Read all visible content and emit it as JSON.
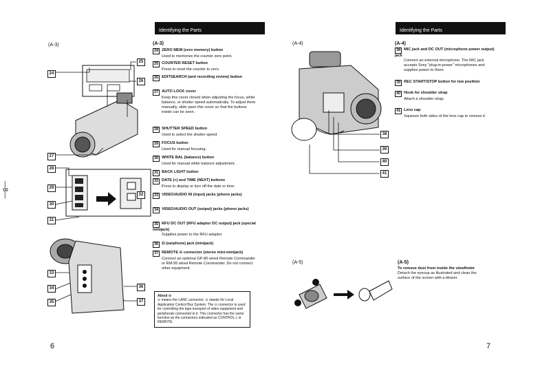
{
  "left_page": {
    "header": "Identifying the Parts",
    "fig_label": "(A-3)",
    "col_fig_label": "(A-3)",
    "side_mark": "—8—",
    "page_number": "6",
    "items": [
      {
        "num": "24",
        "title": "ZERO MEM (zero memory) button",
        "desc": "Used to memorize the counter zero point."
      },
      {
        "num": "25",
        "title": "COUNTER RESET button",
        "desc": "Press to reset the counter to zero."
      },
      {
        "num": "26",
        "title": "EDITSEARCH (and recording review) button",
        "desc": ""
      },
      {
        "num": "27",
        "title": "AUTO LOCK cover",
        "desc": "Keep this cover closed when adjusting the focus, white balance, or shutter speed automatically. To adjust them manually, slide open this cover so that the buttons inside can be seen."
      },
      {
        "num": "28",
        "title": "SHUTTER SPEED button",
        "desc": "Used to select the shutter speed."
      },
      {
        "num": "29",
        "title": "FOCUS button",
        "desc": "Used for manual focusing."
      },
      {
        "num": "30",
        "title": "WHITE BAL (balance) button",
        "desc": "Used for manual white balance adjustment."
      },
      {
        "num": "31",
        "title": "BACK LIGHT button",
        "desc": ""
      },
      {
        "num": "32",
        "title": "DATE (+) and TIME (NEXT) buttons",
        "desc": "Press to display or turn off the date or time."
      },
      {
        "num": "33",
        "title": "VIDEO/AUDIO IN (input) jacks (phono jacks)",
        "desc": ""
      },
      {
        "num": "34",
        "title": "VIDEO/AUDIO OUT (output) jacks (phono jacks)",
        "desc": ""
      },
      {
        "num": "35",
        "title": "RFU DC OUT (RFU adaptor DC output) jack (special minijack)",
        "desc": "Supplies power to the RFU adaptor."
      },
      {
        "num": "36",
        "title": "Ω (earphone) jack (minijack)",
        "desc": ""
      },
      {
        "num": "37",
        "title": "REMOTE ⊙ connector (stereo mini-minijack)",
        "desc": "Connect an optional GP-80 wired Remote Commander or RM-95 wired Remote Commander. Do not connect other equipment."
      }
    ],
    "note": {
      "title": "About ⊙",
      "body": "⊙ means the LANC connector. ⊙ stands for Local Application Control Bus System. The ⊙ connector is used for controlling the tape transport of video equipment and peripherals connected to it. This connector has the same function as the connectors indicated as CONTROL L or REMOTE."
    },
    "callouts": [
      "24",
      "25",
      "26",
      "27",
      "28",
      "29",
      "30",
      "31",
      "32",
      "33",
      "34",
      "35",
      "36",
      "37"
    ]
  },
  "right_page": {
    "header": "Identifying the Parts",
    "fig_label_a4": "(A-4)",
    "col_fig_label_a4": "(A-4)",
    "fig_label_a5": "(A-5)",
    "col_fig_label_a5": "(A-5)",
    "page_number": "7",
    "items": [
      {
        "num": "38",
        "title": "MIC jack and DC OUT (microphone power output) jack",
        "desc": "Connect an external microphone. The MIC jack accepts Sony \"plug-in-power\" microphones and supplies power to them."
      },
      {
        "num": "39",
        "title": "REC START/STOP button for low position",
        "desc": ""
      },
      {
        "num": "40",
        "title": "Hook for shoulder strap",
        "desc": "Attach a shoulder strap."
      },
      {
        "num": "41",
        "title": "Lens cap",
        "desc": "Squeeze both sides of the lens cap to remove it."
      }
    ],
    "a5_title": "To remove dust from inside the viewfinder",
    "a5_desc": "Detach the eyecup as illustrated and clean the surface of the screen with a blower.",
    "callouts": [
      "38",
      "39",
      "40",
      "41"
    ]
  },
  "colors": {
    "ink": "#111111",
    "paper": "#ffffff",
    "header_bg": "#111111"
  }
}
